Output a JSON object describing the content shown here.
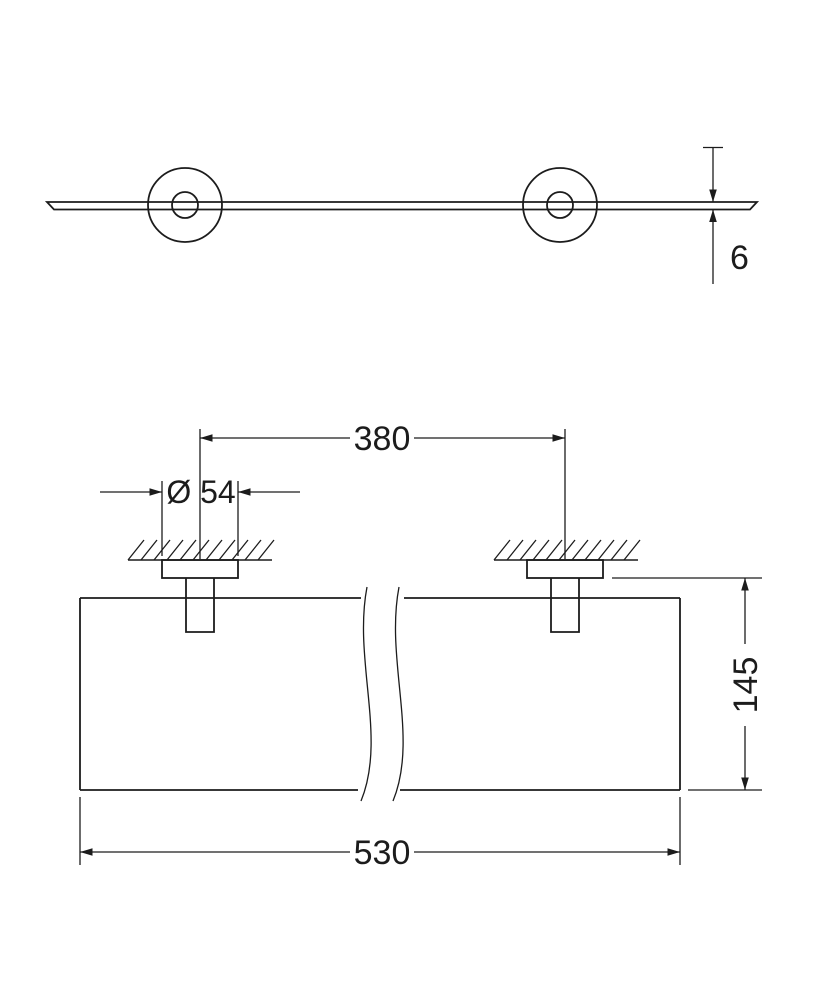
{
  "page": {
    "background": "#ffffff",
    "ink_color": "#1c1c1c"
  },
  "dimensions": {
    "glass_thickness": "6",
    "bracket_spacing": "380",
    "flange_diameter": "Ø 54",
    "shelf_depth": "145",
    "shelf_width": "530"
  }
}
